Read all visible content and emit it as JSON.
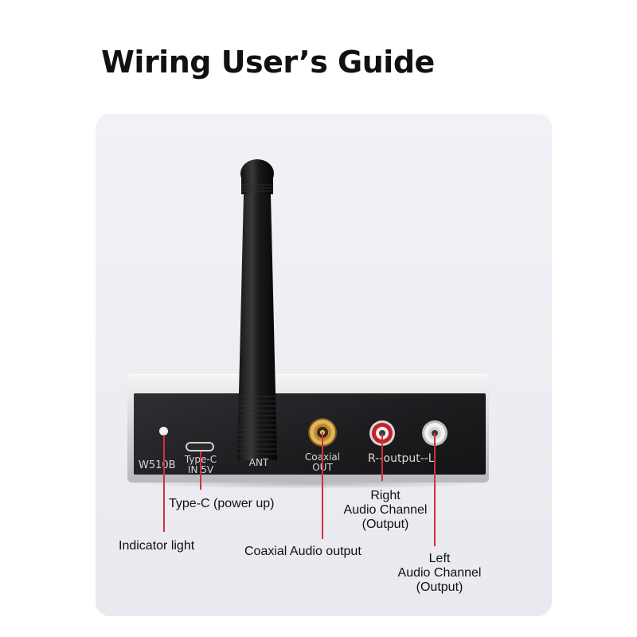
{
  "title": "Wiring User’s Guide",
  "device": {
    "model": "W510B",
    "typec_label_1": "Type-C",
    "typec_label_2": "IN 5V",
    "ant_label": "ANT",
    "coax_label_1": "Coaxial",
    "coax_label_2": "OUT",
    "output_label": "R--output--L"
  },
  "callouts": {
    "typec": "Type-C (power up)",
    "indicator": "Indicator light",
    "coaxial": "Coaxial Audio output",
    "right_1": "Right",
    "right_2": "Audio Channel",
    "right_3": "(Output)",
    "left_1": "Left",
    "left_2": "Audio Channel",
    "left_3": "(Output)"
  },
  "colors": {
    "leader_line": "#d0303a",
    "rca_right": "#c8202a",
    "rca_left": "#e8e8e8",
    "coax_gold": "#d8a84a"
  }
}
